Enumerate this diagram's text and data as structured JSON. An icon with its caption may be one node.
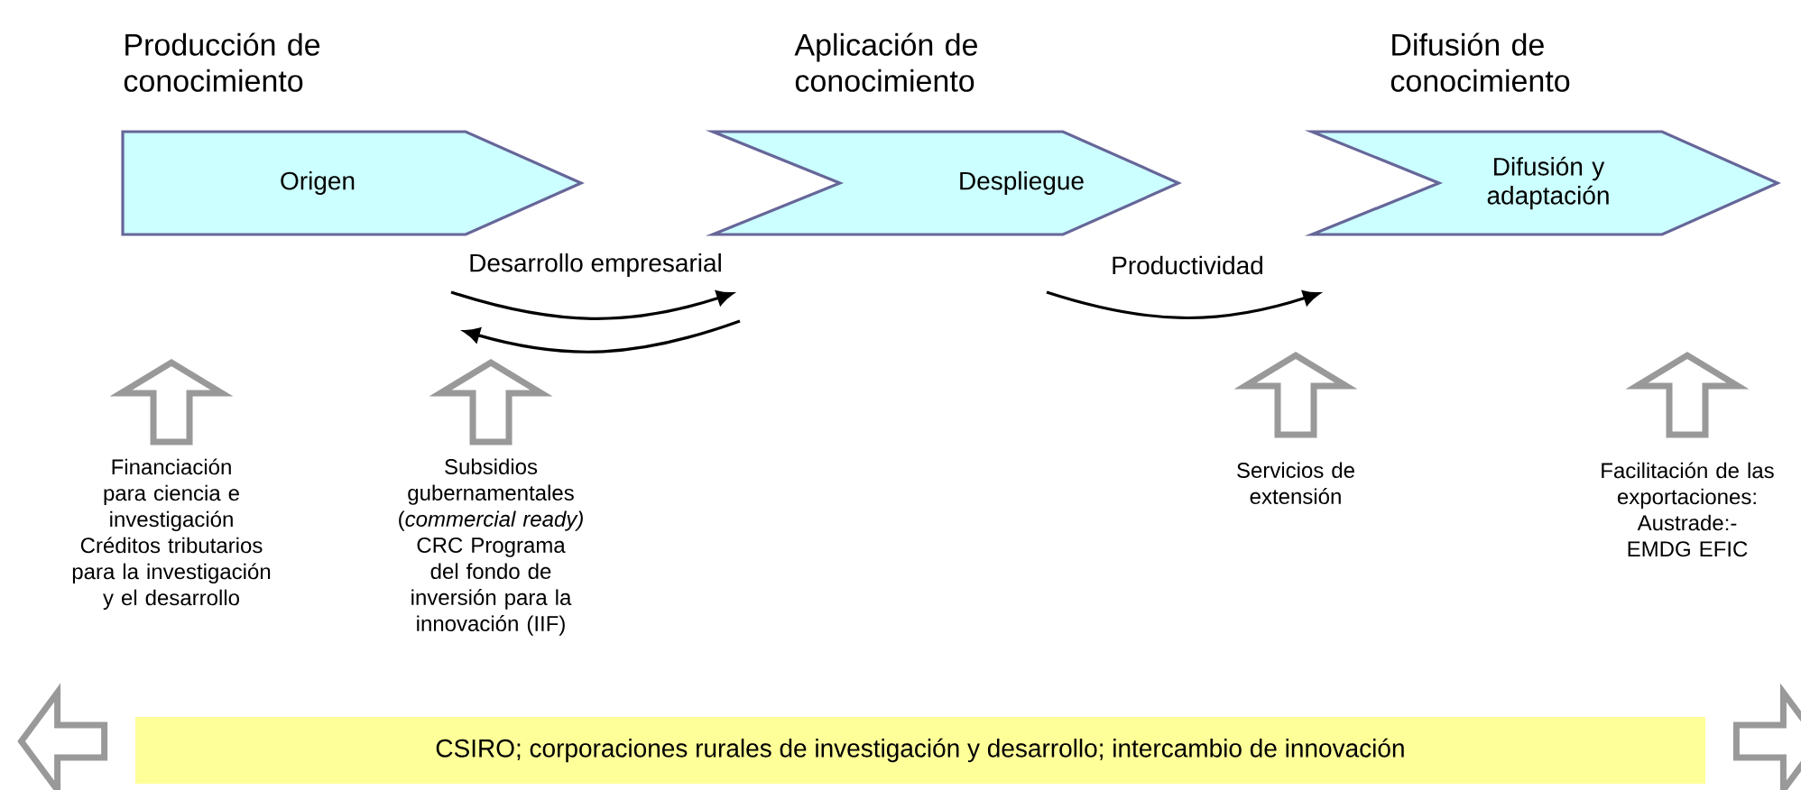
{
  "diagram": {
    "nodes": [
      {
        "text": [
          "Producción de conocimiento",
          "Origen"
        ]
      },
      {
        "text": [
          "Aplicación de conocimiento",
          "Despliegue"
        ]
      },
      {
        "text": [
          "Difusión de conocimiento",
          "Difusión y adaptación"
        ]
      },
      {
        "text": [
          "Financiación para ciencia e investigación Créditos tributarios para la investigación y el desarrollo"
        ]
      },
      {
        "text": [
          "Subsidios gubernamentales (*commercial ready)* CRC Programa del fondo de inversión para la innovación (IIF)"
        ]
      },
      {
        "text": [
          "Servicios de extensión"
        ]
      },
      {
        "text": [
          "Facilitación de las exportaciones: Austrade:- EMDG EFIC"
        ]
      },
      {
        "text": [
          "CSIRO; corporaciones rurales de investigación y desarrollo; intercambio de innovación"
        ]
      }
    ],
    "edges": [
      {
        "from": 0,
        "to": 1,
        "arrow": "to",
        "label": "Desarrollo empresarial"
      },
      {
        "from": 1,
        "to": 0,
        "arrow": "to"
      },
      {
        "from": 1,
        "to": 2,
        "arrow": "to",
        "label": "Productividad"
      },
      {
        "from": 3,
        "to": null,
        "arrow": "to"
      },
      {
        "from": 4,
        "to": null,
        "arrow": "to"
      },
      {
        "from": 5,
        "to": null,
        "arrow": "to"
      },
      {
        "from": 6,
        "to": null,
        "arrow": "to"
      },
      {
        "from": 7,
        "to": null,
        "arrow": "to"
      },
      {
        "from": 7,
        "to": null,
        "arrow": "to"
      }
    ]
  }
}
